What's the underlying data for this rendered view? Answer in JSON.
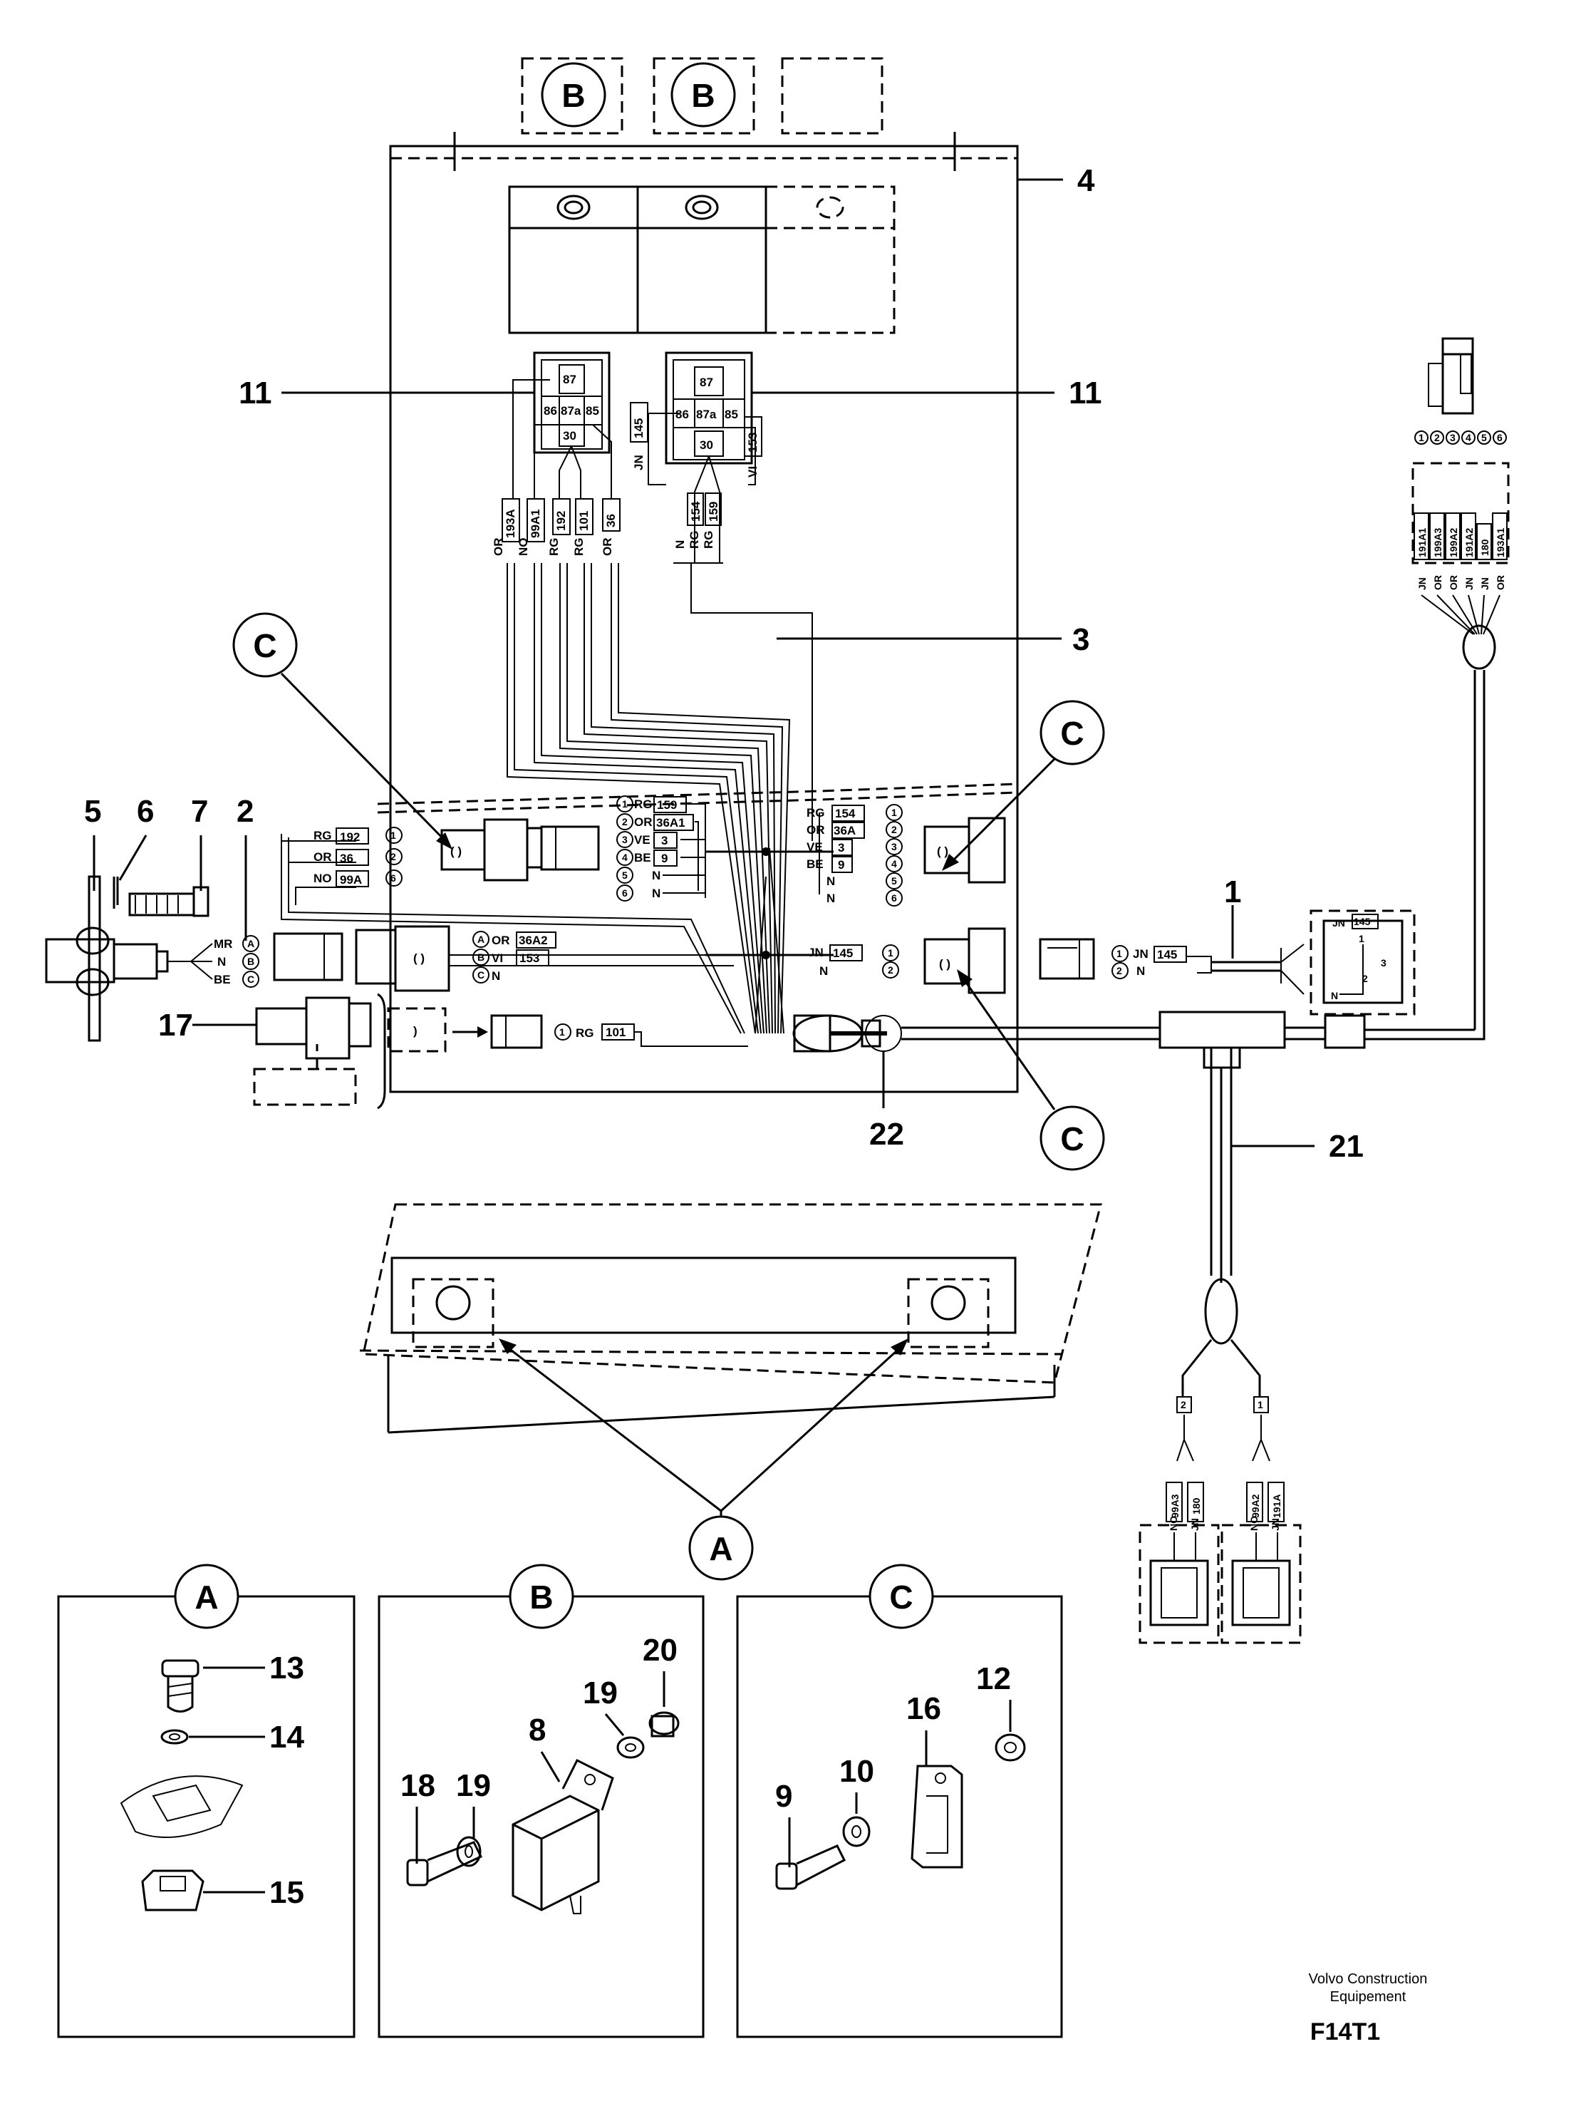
{
  "callouts": {
    "n1": "1",
    "n2": "2",
    "n3": "3",
    "n4": "4",
    "n5": "5",
    "n6": "6",
    "n7": "7",
    "n8": "8",
    "n9": "9",
    "n10": "10",
    "n11": "11",
    "n12": "12",
    "n13": "13",
    "n14": "14",
    "n15": "15",
    "n16": "16",
    "n17": "17",
    "n18": "18",
    "n19": "19",
    "n20": "20",
    "n21": "21",
    "n22": "22"
  },
  "detail_labels": {
    "A": "A",
    "B": "B",
    "C": "C"
  },
  "relays": {
    "left": {
      "p87": "87",
      "p86": "86",
      "p87a": "87a",
      "p85": "85",
      "p30": "30"
    },
    "right": {
      "p87": "87",
      "p86": "86",
      "p87a": "87a",
      "p85": "85",
      "p30": "30"
    }
  },
  "wires": {
    "or": "OR",
    "no": "NO",
    "rg": "RG",
    "jn": "JN",
    "vi": "VI",
    "n": "N",
    "ve": "VE",
    "be": "BE",
    "mr": "MR",
    "w193A": "193A",
    "w99A1": "99A1",
    "w192": "192",
    "w101": "101",
    "w36": "36",
    "w145": "145",
    "w153": "153",
    "w154": "154",
    "w159": "159",
    "w36A1": "36A1",
    "w3": "3",
    "w9": "9",
    "w36A": "36A",
    "w99A": "99A",
    "w36A2": "36A2",
    "w191A1": "191A1",
    "w199A3": "199A3",
    "w199A2": "199A2",
    "w191A2": "191A2",
    "w180": "180",
    "w193A1": "193A1",
    "w99A3": "99A3",
    "w99A2": "99A2",
    "w191A": "191A"
  },
  "pins": {
    "p1": "1",
    "p2": "2",
    "p3": "3",
    "p4": "4",
    "p5": "5",
    "p6": "6",
    "pA": "A",
    "pB": "B",
    "pC": "C"
  },
  "footer": {
    "brand_line1": "Volvo Construction",
    "brand_line2": "Equipement",
    "code": "F14T1"
  }
}
